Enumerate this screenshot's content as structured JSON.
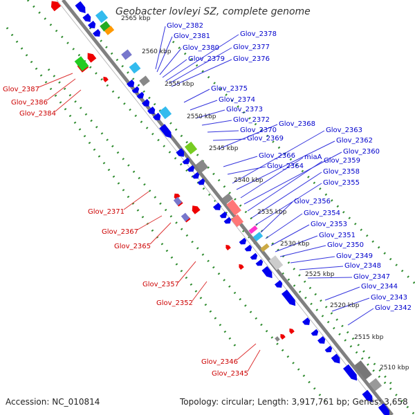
{
  "title": "Geobacter lovleyi SZ, complete genome",
  "footer": {
    "accession": "Accession: NC_010814",
    "topology": "Topology: circular; Length: 3,917,761 bp; Genes: 3,658"
  },
  "colors": {
    "backbone": "#808080",
    "tick_dots": "#2e8b2e",
    "forward_gene": "#0000ee",
    "reverse_gene": "#ee0000",
    "forward_label": "#0000cc",
    "reverse_label": "#cc0000"
  },
  "ticks": [
    "2565 kbp",
    "2560 kbp",
    "2555 kbp",
    "2550 kbp",
    "2545 kbp",
    "2540 kbp",
    "2535 kbp",
    "2530 kbp",
    "2525 kbp",
    "2520 kbp",
    "2515 kbp",
    "2510 kbp"
  ],
  "forward_labels": [
    "Glov_2382",
    "Glov_2381",
    "Glov_2380",
    "Glov_2379",
    "Glov_2378",
    "Glov_2377",
    "Glov_2376",
    "Glov_2375",
    "Glov_2374",
    "Glov_2373",
    "Glov_2372",
    "Glov_2370",
    "Glov_2369",
    "Glov_2368",
    "Glov_2366",
    "Glov_2364",
    "Glov_2363",
    "Glov_2362",
    "miaA",
    "Glov_2360",
    "Glov_2359",
    "Glov_2358",
    "Glov_2355",
    "Glov_2356",
    "Glov_2354",
    "Glov_2353",
    "Glov_2351",
    "Glov_2350",
    "Glov_2349",
    "Glov_2348",
    "Glov_2347",
    "Glov_2344",
    "Glov_2343",
    "Glov_2342"
  ],
  "reverse_labels": [
    "Glov_2387",
    "Glov_2386",
    "Glov_2384",
    "Glov_2371",
    "Glov_2367",
    "Glov_2365",
    "Glov_2357",
    "Glov_2352",
    "Glov_2346",
    "Glov_2345"
  ]
}
